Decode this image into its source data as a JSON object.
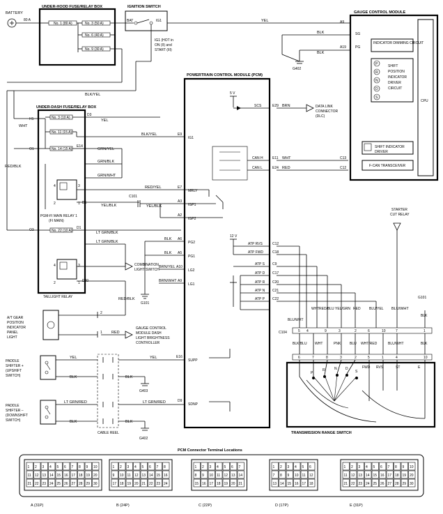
{
  "battery": {
    "label": "BATTERY",
    "fuse": "80 A"
  },
  "ignition_switch": {
    "label": "IGNITION SWITCH",
    "bat": "BAT",
    "ig1": "IG1",
    "note": [
      "IG1 (HOT in",
      "ON (II) and",
      "START (III)"
    ]
  },
  "underhood_box": {
    "label": "UNDER-HOOD FUSE/RELAY BOX",
    "fuses": [
      "No. 1 (80 A)",
      "No. 3 (50 A)",
      "No. 6 (40 A)",
      "No. 9 (30 A)"
    ]
  },
  "underdash_box": {
    "label": "UNDER-DASH FUSE/RELAY BOX",
    "fuses": [
      "No. 3 (10 A)",
      "No. 11 (15 A)",
      "No. 14 (15 A)",
      "No. 22 (10 A)"
    ],
    "terminals": [
      "H1",
      "D3",
      "O1",
      "E14",
      "O3",
      "D1",
      "D20"
    ],
    "relay1_label": [
      "PGM-FI MAIN RELAY 1",
      "(FI MAIN)"
    ],
    "relay1_pins": [
      "4",
      "3",
      "1",
      "2"
    ],
    "taillight_label": "TAILLIGHT RELAY",
    "taillight_pins": [
      "4",
      "3",
      "1",
      "2"
    ]
  },
  "pcm": {
    "label": "POWERTRAIN CONTROL MODULE (PCM)",
    "v5": "5 V",
    "v12": "12 V",
    "pins_left": [
      {
        "pin": "E9",
        "name": "IG1"
      },
      {
        "pin": "E7",
        "name": "MRLY"
      },
      {
        "pin": "A3",
        "name": "IGP1"
      },
      {
        "pin": "A2",
        "name": "IGP2"
      },
      {
        "pin": "A6",
        "name": "PG2"
      },
      {
        "pin": "A5",
        "name": "PG1"
      },
      {
        "pin": "A10",
        "name": "LG2"
      },
      {
        "pin": "A9",
        "name": "LG1"
      },
      {
        "pin": "E16",
        "name": "SUPP"
      },
      {
        "pin": "D9",
        "name": "SDNP"
      }
    ],
    "pins_right": [
      {
        "pin": "E29",
        "name": "SCS"
      },
      {
        "pin": "E11",
        "name": "CAN H"
      },
      {
        "pin": "E24",
        "name": "CAN L"
      },
      {
        "pin": "C12",
        "name": "ATP RVS"
      },
      {
        "pin": "C18",
        "name": "ATP FWD"
      },
      {
        "pin": "C9",
        "name": "ATP S"
      },
      {
        "pin": "C17",
        "name": "ATP D"
      },
      {
        "pin": "C20",
        "name": "ATP R"
      },
      {
        "pin": "C21",
        "name": "ATP N"
      },
      {
        "pin": "C22",
        "name": "ATP P"
      }
    ]
  },
  "gauge_module": {
    "label": "GAUGE CONTROL MODULE",
    "pins": [
      "A9",
      "SG",
      "PG",
      "A19",
      "C13",
      "C12"
    ],
    "blocks": [
      "INDICATOR DIMMING CIRCUIT",
      "SHIFT POSITION INDICATOR DRIVER CIRCUIT",
      "SHIFT INDICATOR DRIVER",
      "F-CAN TRANSCEIVER",
      "CPU"
    ],
    "letters": [
      "P",
      "R",
      "N",
      "D",
      "S"
    ]
  },
  "dlc": {
    "label": [
      "DATA LINK",
      "CONNECTOR",
      "(DLC)"
    ]
  },
  "wires": {
    "yel": "YEL",
    "blk": "BLK",
    "wht": "WHT",
    "red": "RED",
    "brn": "BRN",
    "blk_yel": "BLK/YEL",
    "red_blk": "RED/BLK",
    "grn_yel": "GRN/YEL",
    "grn_blk": "GRN/BLK",
    "grn_wht": "GRN/WHT",
    "red_yel": "RED/YEL",
    "yel_blk": "YEL/BLK",
    "lt_grn_blk": "LT GRN/BLK",
    "brn_yel": "BRN/YEL",
    "brn_wht": "BRN/WHT",
    "lt_grn_red": "LT GRN/RED",
    "red_blu": "RED/BLU",
    "yel_grn": "YEL/GRN",
    "blu_yel": "BLU/YEL",
    "blu_wht": "BLU/WHT",
    "blk_blu": "BLK/BLU",
    "pnk": "PNK",
    "blu": "BLU",
    "wht_red": "WHT/RED",
    "blu_wht2": "BLU/WHT"
  },
  "grounds": [
    "G402",
    "G101",
    "G403",
    "G402",
    "G101"
  ],
  "c101": "C101",
  "c104": "C104",
  "combo_switch": [
    "COMBINATION",
    "LIGHT SWITCH"
  ],
  "at_indicator": [
    "A/T GEAR",
    "POSITION",
    "INDICATOR",
    "PANEL",
    "LIGHT"
  ],
  "gauge_dash_note": [
    "GAUGE CONTROL",
    "MODULE DASH",
    "LIGHT BRIGHTNESS",
    "CONTROLLER"
  ],
  "paddle_up": [
    "PADDLE",
    "SHIFTER +",
    "(UPSHIFT",
    "SWITCH)"
  ],
  "paddle_down": [
    "PADDLE",
    "SHIFTER –",
    "(DOWNSHIFT",
    "SWITCH)"
  ],
  "cable_reel": "CABLE REEL",
  "starter_relay": [
    "STARTER",
    "CUT RELAY"
  ],
  "trs": {
    "label": "TRANSMISSION RANGE SWITCH",
    "positions": [
      "P",
      "R",
      "N",
      "D",
      "S"
    ],
    "pos_labels": [
      "FWD",
      "RVS",
      "ST",
      "E"
    ],
    "c104_pins_top": [
      "5",
      "4",
      "9",
      "3",
      "2",
      "6",
      "10",
      "7",
      "1"
    ],
    "c104_pins_bot": [
      "6",
      "7",
      "8",
      "3",
      "2",
      "5",
      "1",
      "4",
      "10"
    ],
    "bot_wires": [
      "BLK/BLU",
      "WHT",
      "PNK",
      "BLU",
      "WHT/RED",
      "BLU/WHT",
      "BLK"
    ]
  },
  "pcm_connectors": {
    "title": "PCM Connector Terminal Locations",
    "labels": [
      "A (31P)",
      "B (24P)",
      "C (22P)",
      "D (17P)",
      "E (31P)"
    ]
  }
}
